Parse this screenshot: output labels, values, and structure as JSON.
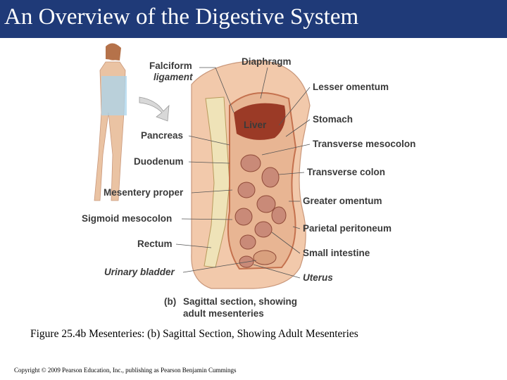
{
  "slide": {
    "title": "An Overview of the Digestive System",
    "caption": "Figure 25.4b Mesenteries: (b) Sagittal Section, Showing Adult Mesenteries",
    "copyright": "Copyright © 2009 Pearson Education, Inc., publishing as Pearson Benjamin Cummings"
  },
  "figure": {
    "labels_left": {
      "falciform_1": "Falciform",
      "falciform_2": "ligament",
      "pancreas": "Pancreas",
      "duodenum": "Duodenum",
      "mesentery_proper": "Mesentery proper",
      "sigmoid_mesocolon": "Sigmoid mesocolon",
      "rectum": "Rectum",
      "urinary_bladder": "Urinary bladder"
    },
    "labels_right": {
      "diaphragm": "Diaphragm",
      "lesser_omentum": "Lesser omentum",
      "stomach": "Stomach",
      "transverse_mesocolon": "Transverse mesocolon",
      "transverse_colon": "Transverse colon",
      "greater_omentum": "Greater omentum",
      "parietal_peritoneum": "Parietal peritoneum",
      "small_intestine": "Small intestine",
      "uterus": "Uterus"
    },
    "organ_label": "Liver",
    "panel_letter": "(b)",
    "panel_text_1": "Sagittal section, showing",
    "panel_text_2": "adult mesenteries",
    "colors": {
      "title_bar": "#1f3a78",
      "skin": "#eac3a3",
      "body_cavity": "#f2c9ab",
      "peritoneum": "#c4714e",
      "liver": "#9b3a26",
      "intestine": "#c98a78",
      "spine": "#efe3b8"
    }
  }
}
